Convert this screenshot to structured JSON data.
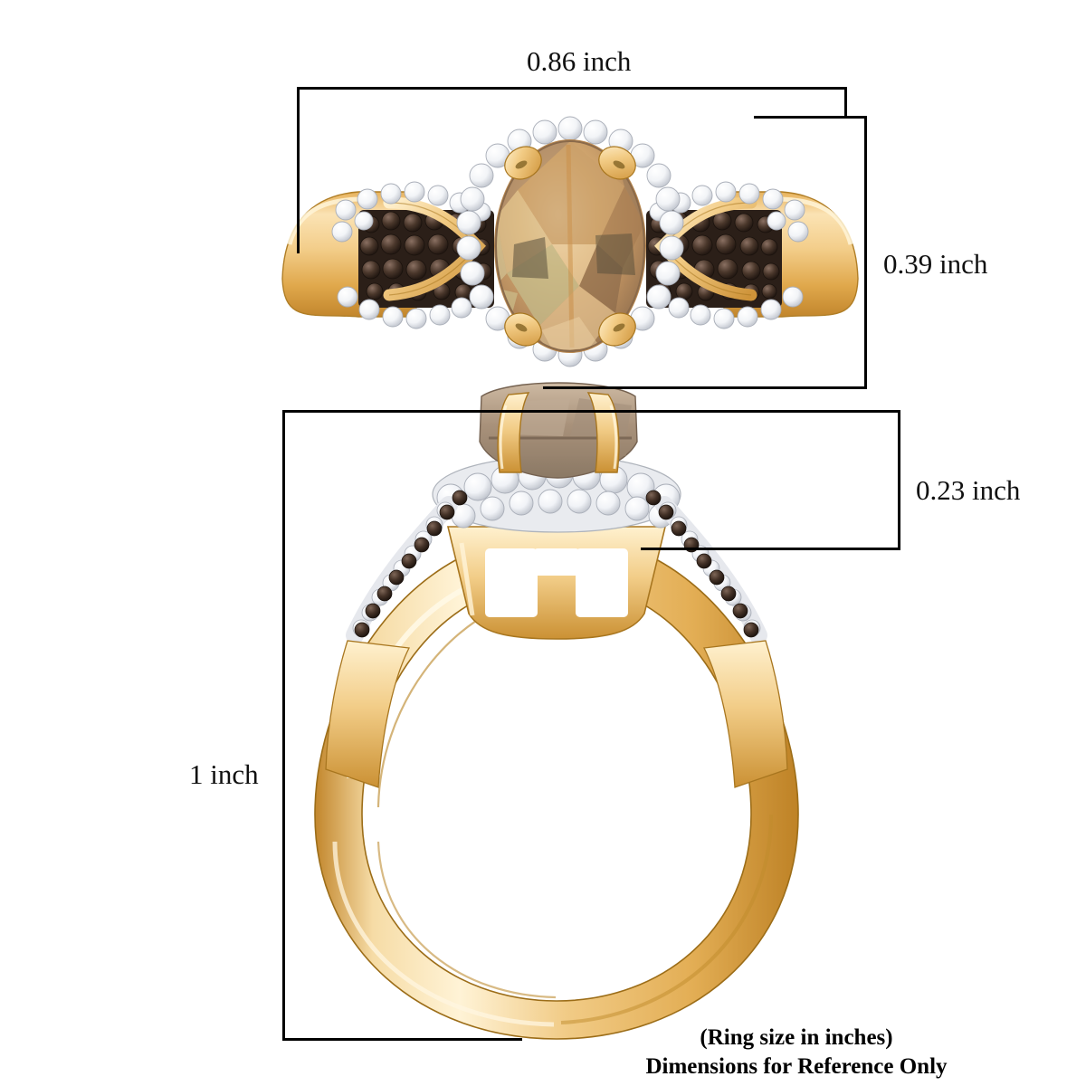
{
  "diagram": {
    "title": "Ring dimension reference diagram",
    "unit": "inch",
    "measurements": [
      {
        "id": "width",
        "label": "0.86 inch",
        "value": 0.86,
        "unit": "inch",
        "axis": "horizontal",
        "applies_to": "top-view-ring-width"
      },
      {
        "id": "depth",
        "label": "0.39 inch",
        "value": 0.39,
        "unit": "inch",
        "axis": "vertical",
        "applies_to": "top-view-ring-height"
      },
      {
        "id": "thickness",
        "label": "0.23 inch",
        "value": 0.23,
        "unit": "inch",
        "axis": "vertical",
        "applies_to": "side-view-crown-height"
      },
      {
        "id": "height",
        "label": "1 inch",
        "value": 1.0,
        "unit": "inch",
        "axis": "vertical",
        "applies_to": "side-view-total-height"
      }
    ],
    "footnote": {
      "line1": "(Ring size in inches)",
      "line2": "Dimensions for Reference Only"
    }
  },
  "product": {
    "name": "Halo ring with oval gemstone",
    "views": [
      {
        "id": "top-view",
        "name": "Top view of ring"
      },
      {
        "id": "side-view",
        "name": "Side profile view of ring"
      }
    ],
    "metal": "yellow gold",
    "center_stone": "oval champagne gemstone",
    "accents": [
      "white diamond halo",
      "chocolate diamond pave shoulders"
    ]
  },
  "colors": {
    "line": "#000000",
    "text": "#101010",
    "background": "#ffffff",
    "gold_light": "#FBE3B4",
    "gold_mid": "#F0C878",
    "gold_deep": "#D9A440",
    "gold_shadow": "#B07E26",
    "gold_highlight": "#FFF4D8",
    "diamond_white": "#FFFFFF",
    "diamond_shade": "#DCDFE6",
    "chocolate_dark": "#3A2A20",
    "chocolate_mid": "#6B5143",
    "gem_champagne": "#D9AE74",
    "gem_olive": "#BFB885",
    "gem_brown": "#8A6A4B",
    "gem_pale": "#EBD3AC"
  }
}
